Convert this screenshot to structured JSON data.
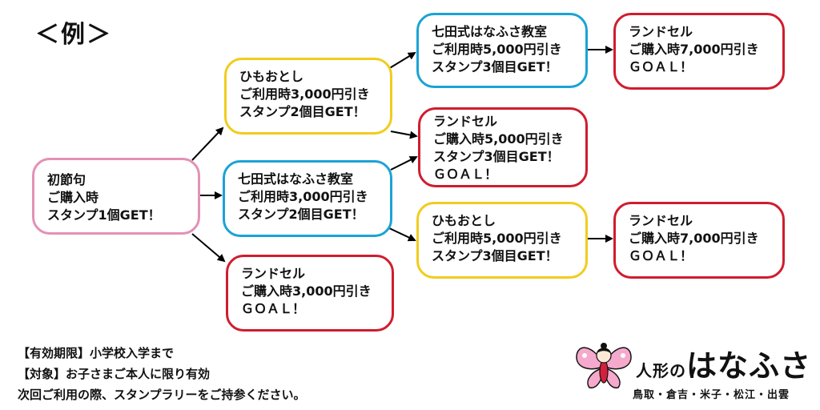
{
  "title": "＜例＞",
  "nodes": {
    "n1": {
      "lines": [
        "初節句",
        "ご購入時",
        "スタンプ1個GET！"
      ],
      "color": "#e391b5"
    },
    "n2": {
      "lines": [
        "ひもおとし",
        "ご利用時3,000円引き",
        "スタンプ2個目GET！"
      ],
      "color": "#f1cc1e"
    },
    "n3": {
      "lines": [
        "七田式はなふさ教室",
        "ご利用時3,000円引き",
        "スタンプ2個目GET！"
      ],
      "color": "#1ba3d6"
    },
    "n4": {
      "lines": [
        "ランドセル",
        "ご購入時3,000円引き",
        "ＧＯＡＬ！"
      ],
      "color": "#cf1d2e"
    },
    "n5": {
      "lines": [
        "七田式はなふさ教室",
        "ご利用時5,000円引き",
        "スタンプ3個目GET！"
      ],
      "color": "#1ba3d6"
    },
    "n6": {
      "lines": [
        "ランドセル",
        "ご購入時5,000円引き",
        "スタンプ3個目GET！",
        "ＧＯＡＬ！"
      ],
      "color": "#cf1d2e"
    },
    "n7": {
      "lines": [
        "ひもおとし",
        "ご利用時5,000円引き",
        "スタンプ3個目GET！"
      ],
      "color": "#f1cc1e"
    },
    "n8": {
      "lines": [
        "ランドセル",
        "ご購入時7,000円引き",
        "ＧＯＡＬ！"
      ],
      "color": "#cf1d2e"
    },
    "n9": {
      "lines": [
        "ランドセル",
        "ご購入時7,000円引き",
        "ＧＯＡＬ！"
      ],
      "color": "#cf1d2e"
    }
  },
  "notes": [
    "【有効期限】小学校入学まで",
    "【対象】お子さまご本人に限り有効",
    "次回ご利用の際、スタンプラリーをご持参ください。"
  ],
  "logo": {
    "prefix": "人形の",
    "name": "はなふさ",
    "locations": "鳥取・倉吉・米子・松江・出雲"
  }
}
